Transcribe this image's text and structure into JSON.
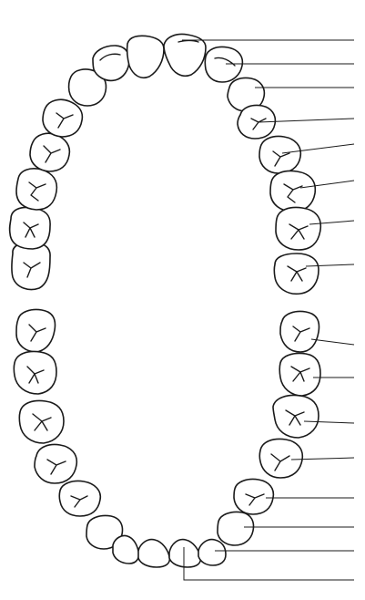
{
  "figure": {
    "description_visible_text": "",
    "colors": {
      "stroke": "#1a1a1a",
      "background": "#ffffff"
    },
    "arches": [
      {
        "arch": "upper",
        "tooth_count": 16,
        "labelled_teeth": 8
      },
      {
        "arch": "lower",
        "tooth_count": 16,
        "labelled_teeth": 8
      }
    ]
  }
}
